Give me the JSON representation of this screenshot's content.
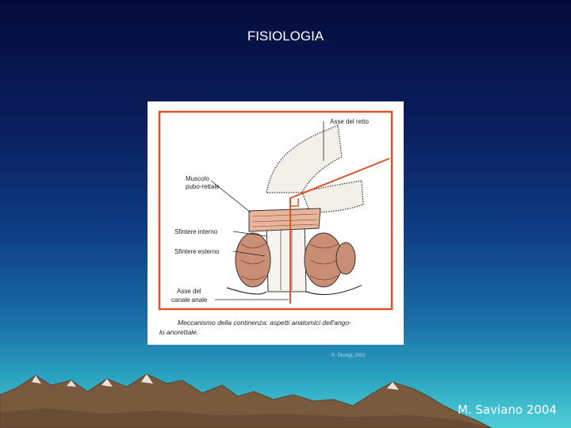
{
  "slide": {
    "title": "FISIOLOGIA",
    "figure": {
      "labels": {
        "asse_retto": "Asse del retto",
        "muscolo_1": "Muscolo",
        "muscolo_2": "pubo-rettale",
        "sfintere_interno": "Sfintere interno",
        "sfintere_esterno": "Sfintere esterno",
        "asse_canale_1": "Asse del",
        "asse_canale_2": "canale anale"
      },
      "caption_line1": "Meccanismo della continenza: aspetti anatomici dell'ango-",
      "caption_line2": "lo anorettale."
    },
    "credit": "R. Dionigi, 2002",
    "author": "M. Saviano  2004",
    "colors": {
      "figure_frame": "#e0522c",
      "background_top": "#050c3c",
      "background_bottom": "#4fd0d8",
      "muscle": "#e8b49a"
    }
  }
}
